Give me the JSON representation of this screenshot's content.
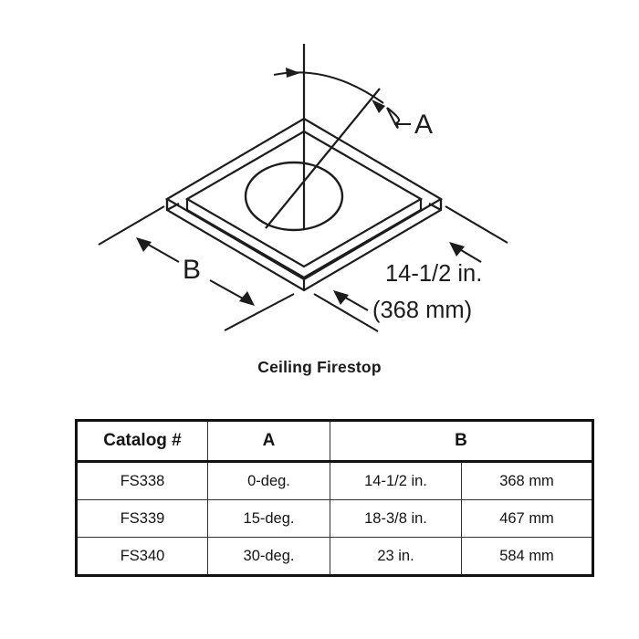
{
  "figure": {
    "caption": "Ceiling Firestop",
    "labels": {
      "angle": "A",
      "side": "B",
      "dim_inches": "14-1/2 in.",
      "dim_mm": "(368 mm)"
    }
  },
  "table": {
    "headers": [
      "Catalog #",
      "A",
      "B"
    ],
    "rows": [
      {
        "catalog": "FS338",
        "a": "0-deg.",
        "b_in": "14-1/2 in.",
        "b_mm": "368 mm"
      },
      {
        "catalog": "FS339",
        "a": "15-deg.",
        "b_in": "18-3/8 in.",
        "b_mm": "467 mm"
      },
      {
        "catalog": "FS340",
        "a": "30-deg.",
        "b_in": "23 in.",
        "b_mm": "584 mm"
      }
    ]
  },
  "colors": {
    "line": "#1c1c1c",
    "text": "#1a1a1a",
    "background": "#ffffff",
    "table_border": "#111111"
  }
}
